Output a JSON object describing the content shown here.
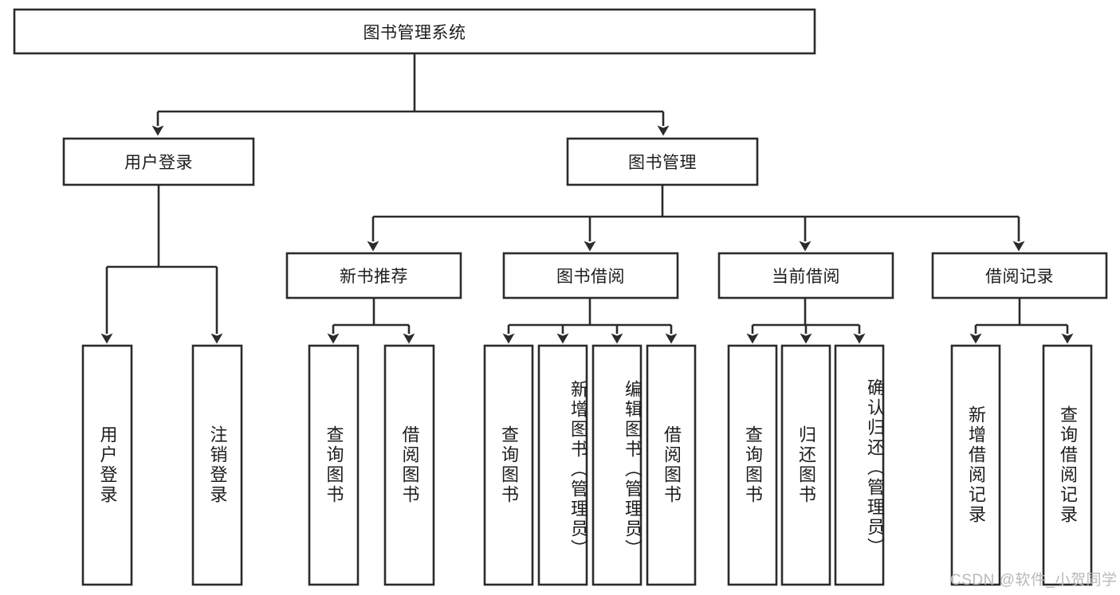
{
  "diagram": {
    "type": "tree",
    "title": "图书管理系统",
    "root": {
      "label": "图书管理系统"
    },
    "level1": [
      {
        "label": "用户登录"
      },
      {
        "label": "图书管理"
      }
    ],
    "level2": [
      {
        "label": "新书推荐"
      },
      {
        "label": "图书借阅"
      },
      {
        "label": "当前借阅"
      },
      {
        "label": "借阅记录"
      }
    ],
    "leaves": {
      "user_login": [
        {
          "label": "用户登录"
        },
        {
          "label": "注销登录"
        }
      ],
      "new_book_recommend": [
        {
          "label": "查询图书"
        },
        {
          "label": "借阅图书"
        }
      ],
      "book_borrow": [
        {
          "label": "查询图书"
        },
        {
          "label": "新增图书（管理员）"
        },
        {
          "label": "编辑图书（管理员）"
        },
        {
          "label": "借阅图书"
        }
      ],
      "current_borrow": [
        {
          "label": "查询图书"
        },
        {
          "label": "归还图书"
        },
        {
          "label": "确认归还（管理员）"
        }
      ],
      "borrow_record": [
        {
          "label": "新增借阅记录"
        },
        {
          "label": "查询借阅记录"
        }
      ]
    }
  },
  "watermark": {
    "text": "CSDN @软件_小贺同学"
  },
  "colors": {
    "stroke": "#2b2b2b",
    "fill": "#ffffff",
    "text": "#1d1d1d",
    "watermark": "#b9b9b9"
  }
}
